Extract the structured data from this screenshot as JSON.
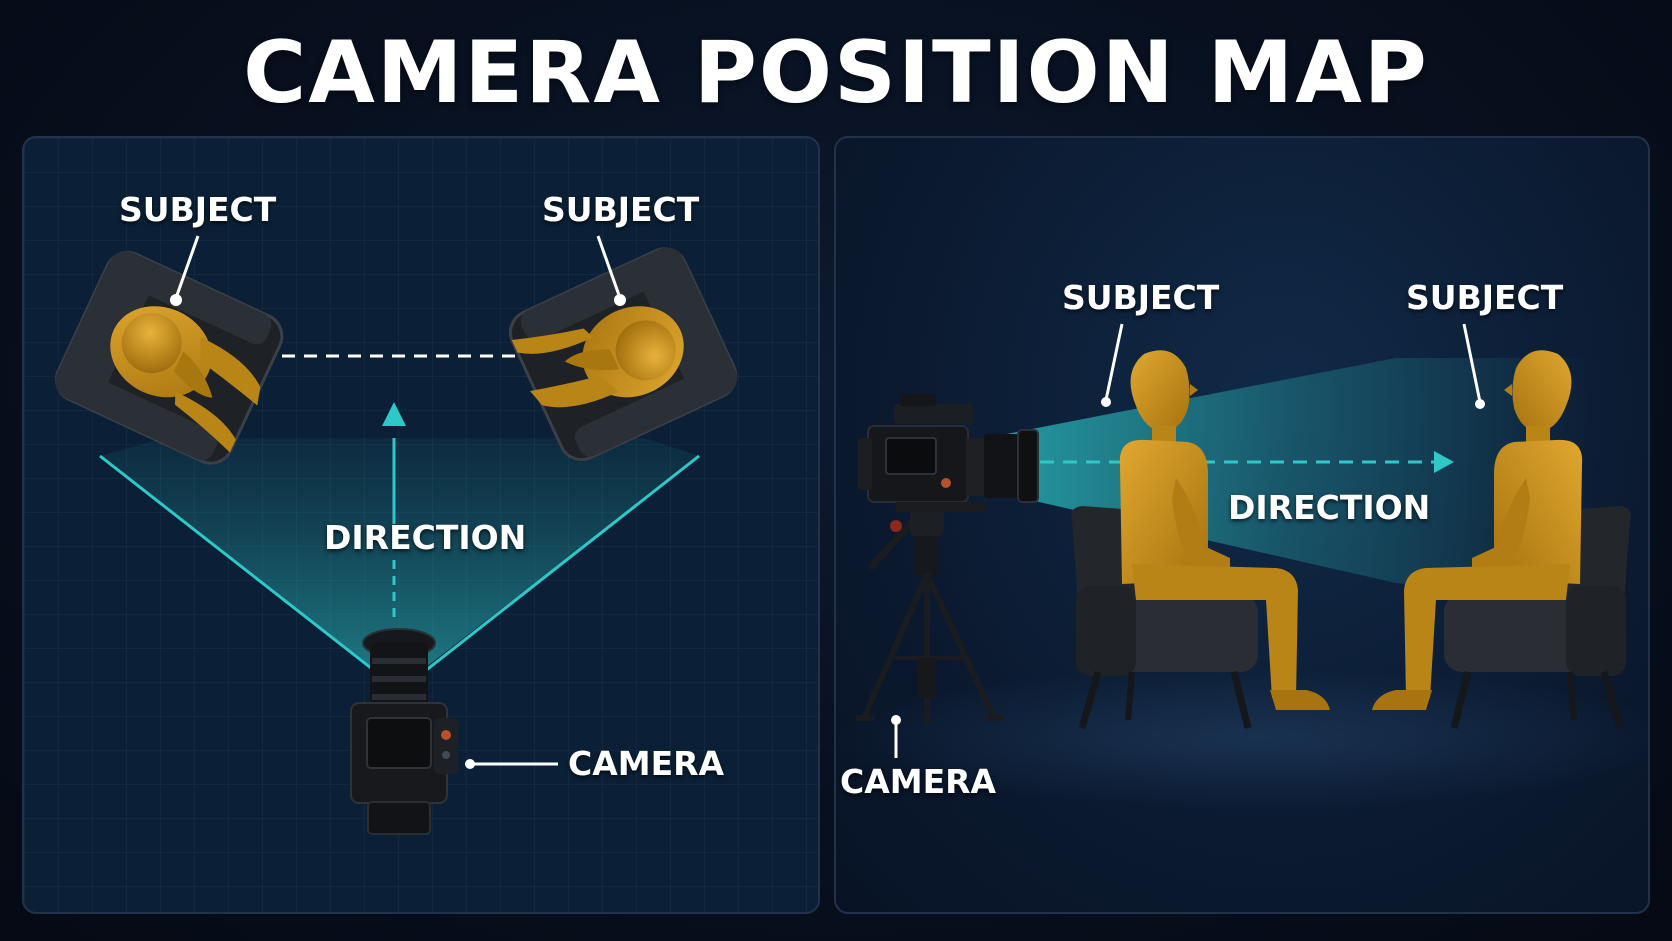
{
  "title": "CAMERA POSITION MAP",
  "top_view": {
    "subject_left_label": "SUBJECT",
    "subject_right_label": "SUBJECT",
    "direction_label": "DIRECTION",
    "camera_label": "CAMERA"
  },
  "side_view": {
    "subject_left_label": "SUBJECT",
    "subject_right_label": "SUBJECT",
    "direction_label": "DIRECTION",
    "camera_label": "CAMERA"
  },
  "colors": {
    "accent": "#2ec8c8",
    "figure": "#c8921c",
    "chair": "#262a30",
    "background": "#08101f",
    "label": "#ffffff"
  },
  "icons": [
    "camera-icon",
    "tripod-icon",
    "armchair-icon",
    "person-figure-icon",
    "arrow-up-icon",
    "arrow-right-icon"
  ]
}
